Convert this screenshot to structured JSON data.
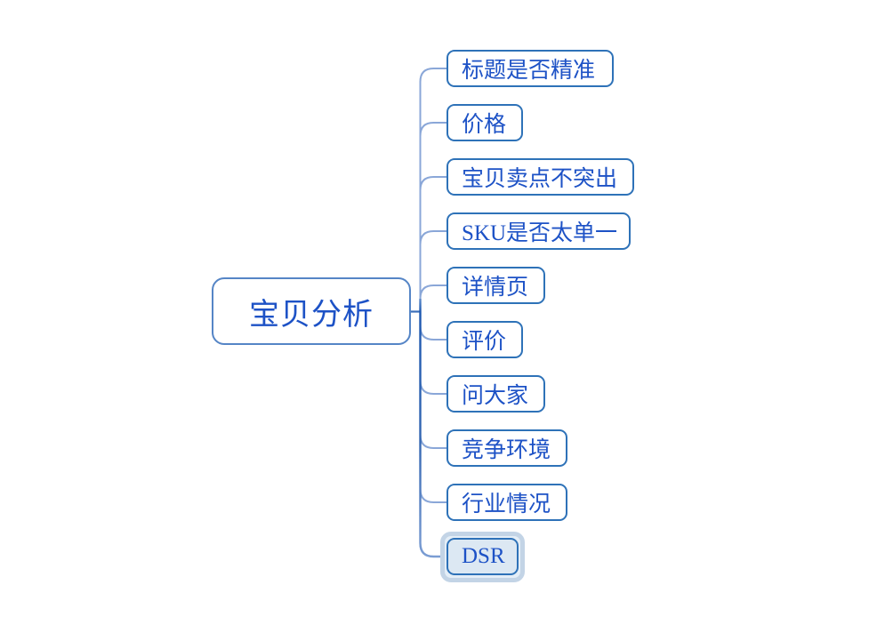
{
  "diagram": {
    "type": "mindmap",
    "root": {
      "label": "宝贝分析"
    },
    "children": [
      {
        "label": "标题是否精准",
        "selected": false
      },
      {
        "label": "价格",
        "selected": false
      },
      {
        "label": "宝贝卖点不突出",
        "selected": false
      },
      {
        "label": "SKU是否太单一",
        "selected": false
      },
      {
        "label": "详情页",
        "selected": false
      },
      {
        "label": "评价",
        "selected": false
      },
      {
        "label": "问大家",
        "selected": false
      },
      {
        "label": "竞争环境",
        "selected": false
      },
      {
        "label": "行业情况",
        "selected": false
      },
      {
        "label": "DSR",
        "selected": true
      }
    ],
    "colors": {
      "background": "#ffffff",
      "text": "#1d52c6",
      "child_border": "#2e72b8",
      "root_border": "#5585c6",
      "branch_line": "#8aa7d8",
      "trunk_dark": "#1c57b0",
      "selection_ring": "#c3d4e6",
      "selection_fill": "#dce8f3"
    }
  }
}
